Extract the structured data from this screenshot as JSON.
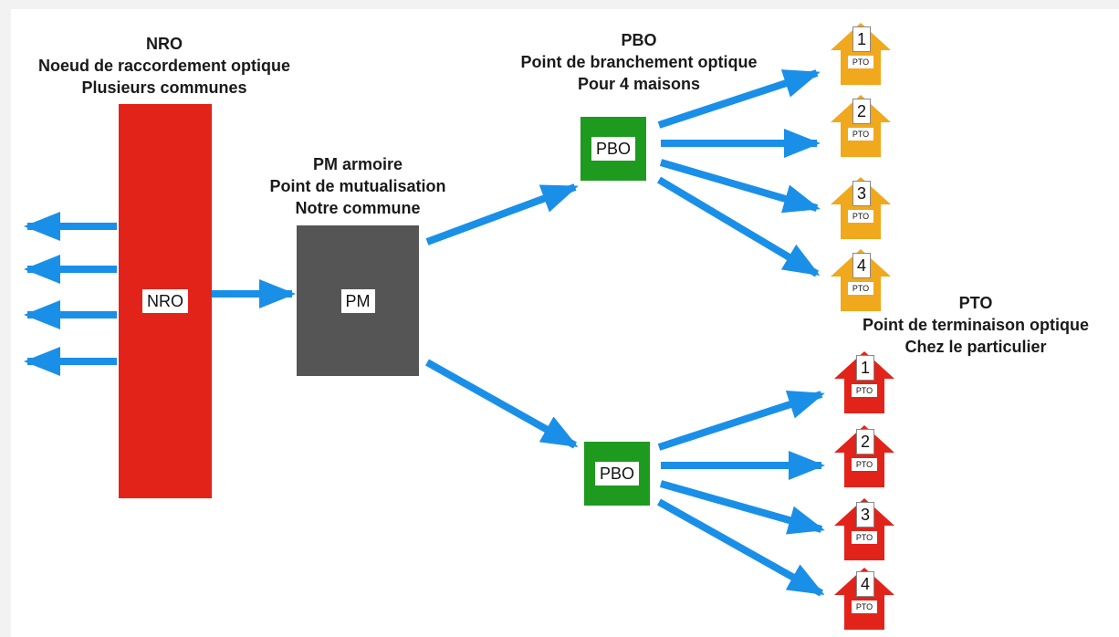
{
  "captions": {
    "nro": [
      "NRO",
      "Noeud de raccordement optique",
      "Plusieurs communes"
    ],
    "pm": [
      "PM armoire",
      "Point de mutualisation",
      "Notre commune"
    ],
    "pbo": [
      "PBO",
      "Point de branchement optique",
      "Pour 4 maisons"
    ],
    "pto": [
      "PTO",
      "Point de terminaison optique",
      "Chez le particulier"
    ]
  },
  "nodes": {
    "nro": {
      "label": "NRO",
      "color": "#e2231a"
    },
    "pm": {
      "label": "PM",
      "color": "#555555"
    },
    "pbo_top": {
      "label": "PBO",
      "color": "#1e9a1e"
    },
    "pbo_bottom": {
      "label": "PBO",
      "color": "#1e9a1e"
    }
  },
  "houses": {
    "pto_label": "PTO",
    "top_group": {
      "color": "#f0a81c",
      "numbers": [
        "1",
        "2",
        "3",
        "4"
      ]
    },
    "bottom_group": {
      "color": "#e2231a",
      "numbers": [
        "1",
        "2",
        "3",
        "4"
      ]
    }
  },
  "arrow_color": "#1a8fe8"
}
